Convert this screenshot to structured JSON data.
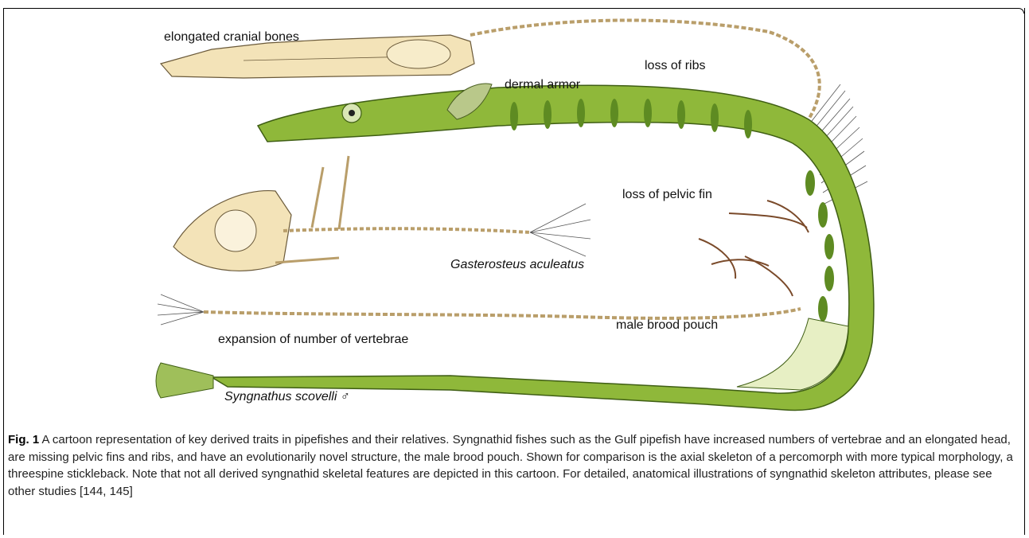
{
  "figure": {
    "labels": {
      "cranial": "elongated cranial bones",
      "ribs": "loss of ribs",
      "armor": "dermal armor",
      "pelvic": "loss of pelvic fin",
      "stickleback": "Gasterosteus aculeatus",
      "pouch": "male brood pouch",
      "vertebrae": "expansion of number of vertebrae",
      "pipefish": "Syngnathus scovelli ♂"
    },
    "colors": {
      "pipefish_green": "#8fb83a",
      "pipefish_dark": "#5e8b22",
      "bone": "#f3e3b8",
      "pouch": "#e7efc4"
    }
  },
  "caption": {
    "label": "Fig. 1",
    "text": "A cartoon representation of key derived traits in pipefishes and their relatives. Syngnathid fishes such as the Gulf pipefish have increased numbers of vertebrae and an elongated head, are missing pelvic fins and ribs, and have an evolutionarily novel structure, the male brood pouch. Shown for comparison is the axial skeleton of a percomorph with more typical morphology, a threespine stickleback. Note that not all derived syngnathid skeletal features are depicted in this cartoon. For detailed, anatomical illustrations of syngnathid skeleton attributes, please see other studies [144, 145]"
  }
}
